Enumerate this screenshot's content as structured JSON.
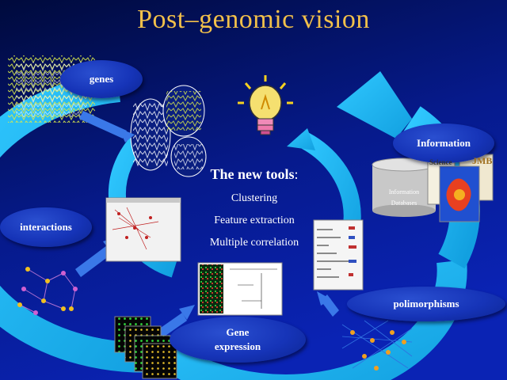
{
  "title": "Post–genomic vision",
  "labels": {
    "genes": "genes",
    "information": "Information",
    "interactions": "interactions",
    "polimorphisms": "polimorphisms",
    "gene_expression_line1": "Gene",
    "gene_expression_line2": "expression"
  },
  "tools": {
    "heading": "The new tools",
    "heading_suffix": ":",
    "items": [
      "Clustering",
      "Feature extraction",
      "Multiple correlation"
    ]
  },
  "database": {
    "line1": "Information",
    "line2": "Databases"
  },
  "journals": {
    "science": "Science",
    "jmb": "JMB"
  },
  "colors": {
    "background_top": "#000a3c",
    "background_bottom": "#0a23b4",
    "title": "#f2c04a",
    "cycle_arrow": "#19b4f0",
    "oval_fill": "#1634b8"
  }
}
